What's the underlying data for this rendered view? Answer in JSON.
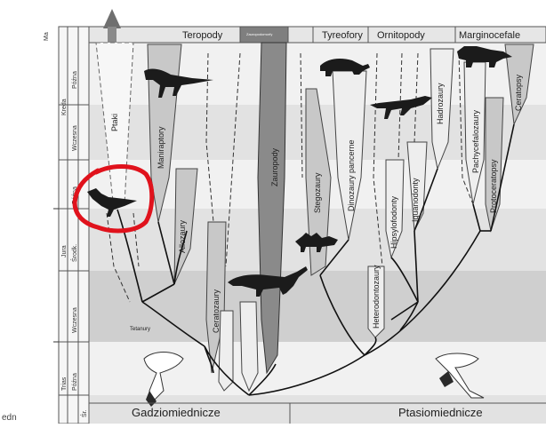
{
  "header": {
    "age_label": "Ma",
    "groups": [
      "Teropody",
      "Zauropodomorfy",
      "Tyreofory",
      "Ornitopody",
      "Marginocefale"
    ]
  },
  "time_scale": {
    "periods": [
      "Kreda",
      "Jura",
      "Trias"
    ],
    "epochs": [
      "Późna",
      "Wczesna",
      "Późna",
      "Środk.",
      "Wczesna",
      "Późna",
      "Śr."
    ]
  },
  "clade_labels": {
    "ptaki": "Ptaki",
    "maniraptory": "Maniraptory",
    "allozaury": "Allozaury",
    "ceratozaury": "Ceratozaury",
    "tetanury": "Tetanury",
    "zauropody": "Zauropody",
    "stegozaury": "Stegozaury",
    "ankylozaury": "Dinozaury pancerne",
    "hipsylofodonty": "Hipsylofodonty",
    "iguanodonty": "Iguanodonty",
    "hadrozaury": "Hadrozaury",
    "heterodontozaury": "Heterodontozaury",
    "pachycefalozaury": "Pachycefalozaury",
    "protoceratopsy": "Protoceratopsy",
    "ceratopsy": "Ceratopsy"
  },
  "bottom": {
    "left": "Gadziomiednicze",
    "right": "Ptasiomiednicze",
    "corner": "edn"
  },
  "annotation": {
    "highlight_color": "#e0121c"
  },
  "icons": [
    "theropod-silhouette",
    "sauropod-silhouette",
    "ankylosaur-silhouette",
    "hadrosaur-silhouette",
    "ceratopsian-silhouette",
    "bird-silhouette",
    "stegosaur-silhouette",
    "saurischian-pelvis",
    "ornithischian-pelvis",
    "up-arrow"
  ]
}
